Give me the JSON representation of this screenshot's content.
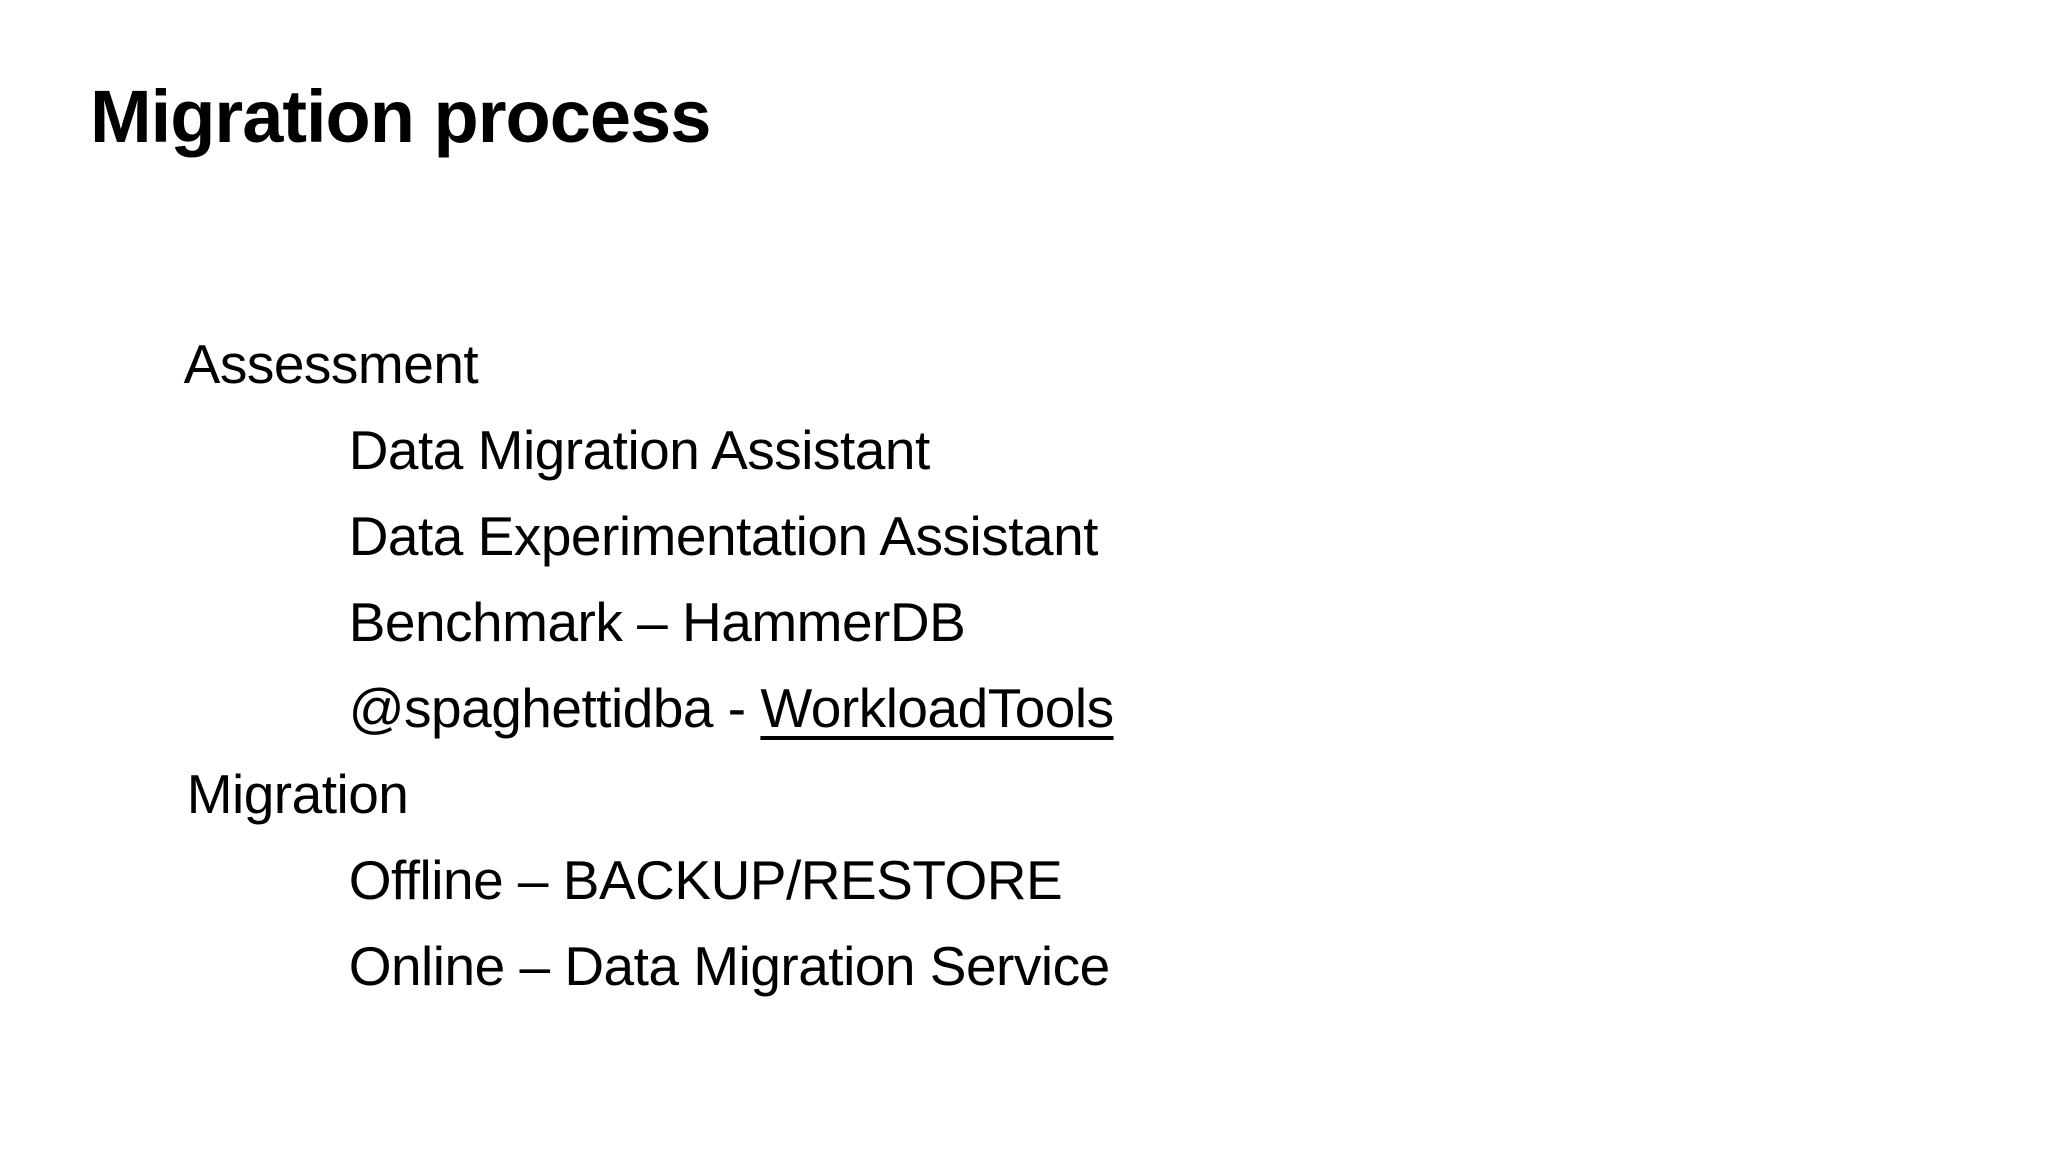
{
  "slide": {
    "title": "Migration process",
    "colors": {
      "background": "#ffffff",
      "text": "#000000",
      "link": "#000000"
    },
    "outline": [
      {
        "level": 1,
        "text": "Assessment"
      },
      {
        "level": 2,
        "text": "Data Migration Assistant"
      },
      {
        "level": 2,
        "text": "Data Experimentation Assistant"
      },
      {
        "level": 2,
        "text": "Benchmark – HammerDB"
      },
      {
        "level": 2,
        "text": "@spaghettidba - ",
        "link": "WorkloadTools"
      },
      {
        "level": 1,
        "text": "Migration"
      },
      {
        "level": 2,
        "text": "Offline – BACKUP/RESTORE"
      },
      {
        "level": 2,
        "text": "Online – Data Migration Service"
      }
    ]
  }
}
